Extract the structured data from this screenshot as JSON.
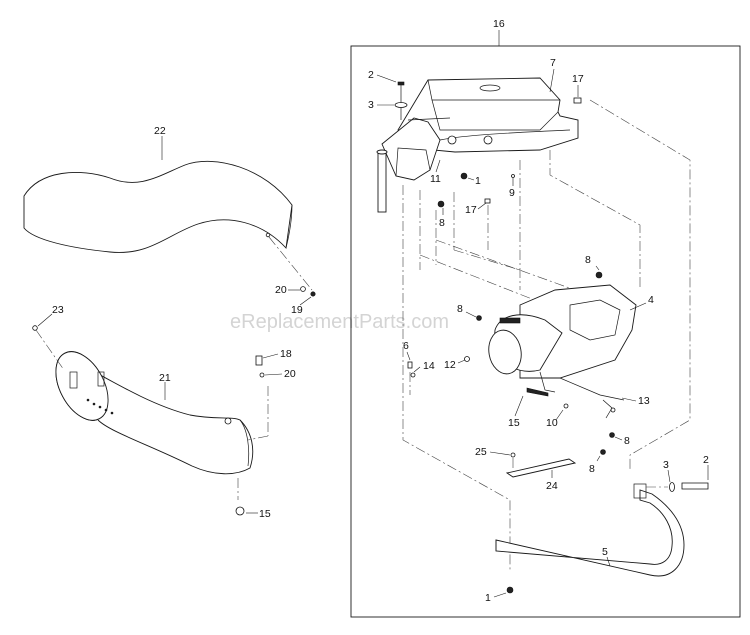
{
  "watermark": "eReplacementParts.com",
  "callouts": {
    "c16": "16",
    "c2a": "2",
    "c3a": "3",
    "c7": "7",
    "c17a": "17",
    "c11": "11",
    "c1a": "1",
    "c9": "9",
    "c8a": "8",
    "c17b": "17",
    "c8b": "8",
    "c8c": "8",
    "c4": "4",
    "c6": "6",
    "c14": "14",
    "c12": "12",
    "c15a": "15",
    "c10": "10",
    "c13": "13",
    "c8d": "8",
    "c8e": "8",
    "c25": "25",
    "c24": "24",
    "c3b": "3",
    "c2b": "2",
    "c5": "5",
    "c1b": "1",
    "c22": "22",
    "c20a": "20",
    "c19": "19",
    "c23": "23",
    "c18": "18",
    "c20b": "20",
    "c21": "21",
    "c15b": "15"
  }
}
